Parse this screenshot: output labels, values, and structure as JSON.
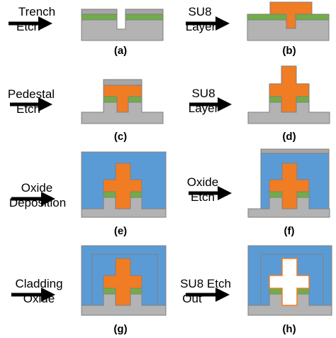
{
  "panels": [
    {
      "caption": "(a)",
      "step_lines": [
        "Trench",
        "Etch"
      ]
    },
    {
      "caption": "(b)",
      "step_lines": [
        "SU8",
        "Layer"
      ]
    },
    {
      "caption": "(c)",
      "step_lines": [
        "Pedestal",
        "Etch"
      ]
    },
    {
      "caption": "(d)",
      "step_lines": [
        "SU8",
        "Layer"
      ]
    },
    {
      "caption": "(e)",
      "step_lines": [
        "Oxide",
        "Deposition"
      ]
    },
    {
      "caption": "(f)",
      "step_lines": [
        "Oxide",
        "Etch"
      ]
    },
    {
      "caption": "(g)",
      "step_lines": [
        "Cladding",
        "Oxide"
      ]
    },
    {
      "caption": "(h)",
      "step_lines": [
        "SU8 Etch",
        "Out"
      ]
    }
  ],
  "colors": {
    "substrate": "#b3b3b3",
    "green_layer": "#70ad47",
    "su8": "#f07c24",
    "oxide": "#5b9bd5",
    "mask": "#a6a6a6",
    "outline": "#7f7f7f",
    "arrow": "#000000"
  }
}
